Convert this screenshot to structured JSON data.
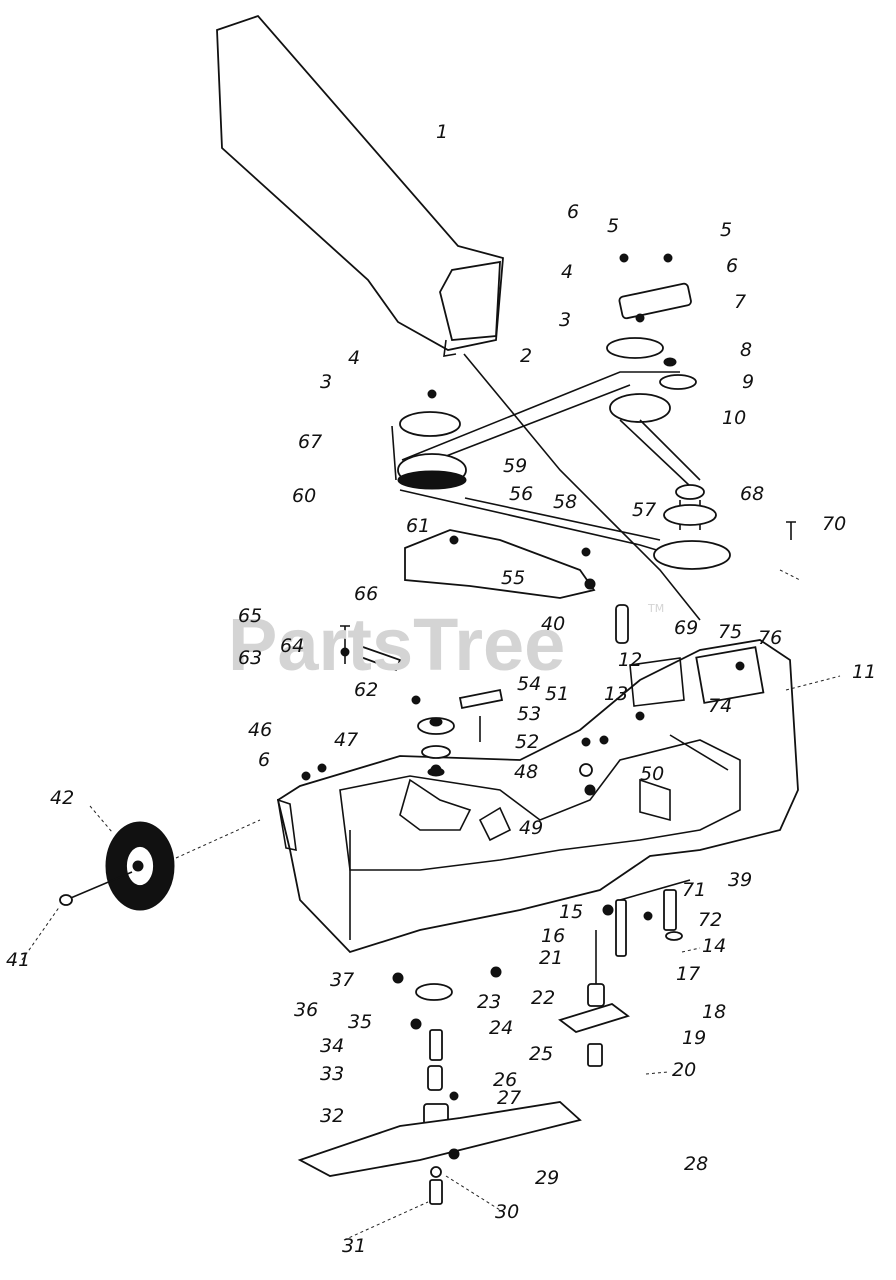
{
  "watermark": {
    "text": "PartsTree",
    "tm": "TM"
  },
  "labels": [
    {
      "id": "1",
      "text": "1"
    },
    {
      "id": "2",
      "text": "2"
    },
    {
      "id": "3a",
      "text": "3"
    },
    {
      "id": "3b",
      "text": "3"
    },
    {
      "id": "4a",
      "text": "4"
    },
    {
      "id": "4b",
      "text": "4"
    },
    {
      "id": "5a",
      "text": "5"
    },
    {
      "id": "5b",
      "text": "5"
    },
    {
      "id": "6a",
      "text": "6"
    },
    {
      "id": "6b",
      "text": "6"
    },
    {
      "id": "6c",
      "text": "6"
    },
    {
      "id": "7",
      "text": "7"
    },
    {
      "id": "8",
      "text": "8"
    },
    {
      "id": "9",
      "text": "9"
    },
    {
      "id": "10",
      "text": "10"
    },
    {
      "id": "11",
      "text": "11"
    },
    {
      "id": "12",
      "text": "12"
    },
    {
      "id": "13",
      "text": "13"
    },
    {
      "id": "14",
      "text": "14"
    },
    {
      "id": "15",
      "text": "15"
    },
    {
      "id": "16",
      "text": "16"
    },
    {
      "id": "17",
      "text": "17"
    },
    {
      "id": "18",
      "text": "18"
    },
    {
      "id": "19",
      "text": "19"
    },
    {
      "id": "20",
      "text": "20"
    },
    {
      "id": "21",
      "text": "21"
    },
    {
      "id": "22",
      "text": "22"
    },
    {
      "id": "23",
      "text": "23"
    },
    {
      "id": "24",
      "text": "24"
    },
    {
      "id": "25",
      "text": "25"
    },
    {
      "id": "26",
      "text": "26"
    },
    {
      "id": "27",
      "text": "27"
    },
    {
      "id": "28",
      "text": "28"
    },
    {
      "id": "29",
      "text": "29"
    },
    {
      "id": "30",
      "text": "30"
    },
    {
      "id": "31",
      "text": "31"
    },
    {
      "id": "32",
      "text": "32"
    },
    {
      "id": "33",
      "text": "33"
    },
    {
      "id": "34",
      "text": "34"
    },
    {
      "id": "35",
      "text": "35"
    },
    {
      "id": "36",
      "text": "36"
    },
    {
      "id": "37",
      "text": "37"
    },
    {
      "id": "39",
      "text": "39"
    },
    {
      "id": "40",
      "text": "40"
    },
    {
      "id": "41",
      "text": "41"
    },
    {
      "id": "42",
      "text": "42"
    },
    {
      "id": "46",
      "text": "46"
    },
    {
      "id": "47",
      "text": "47"
    },
    {
      "id": "48",
      "text": "48"
    },
    {
      "id": "49",
      "text": "49"
    },
    {
      "id": "50",
      "text": "50"
    },
    {
      "id": "51",
      "text": "51"
    },
    {
      "id": "52",
      "text": "52"
    },
    {
      "id": "53",
      "text": "53"
    },
    {
      "id": "54",
      "text": "54"
    },
    {
      "id": "55",
      "text": "55"
    },
    {
      "id": "56",
      "text": "56"
    },
    {
      "id": "57",
      "text": "57"
    },
    {
      "id": "58",
      "text": "58"
    },
    {
      "id": "59",
      "text": "59"
    },
    {
      "id": "60",
      "text": "60"
    },
    {
      "id": "61",
      "text": "61"
    },
    {
      "id": "62",
      "text": "62"
    },
    {
      "id": "63",
      "text": "63"
    },
    {
      "id": "64",
      "text": "64"
    },
    {
      "id": "65",
      "text": "65"
    },
    {
      "id": "66",
      "text": "66"
    },
    {
      "id": "67",
      "text": "67"
    },
    {
      "id": "68",
      "text": "68"
    },
    {
      "id": "69",
      "text": "69"
    },
    {
      "id": "70",
      "text": "70"
    },
    {
      "id": "71",
      "text": "71"
    },
    {
      "id": "72",
      "text": "72"
    },
    {
      "id": "74",
      "text": "74"
    },
    {
      "id": "75",
      "text": "75"
    },
    {
      "id": "76",
      "text": "76"
    }
  ]
}
